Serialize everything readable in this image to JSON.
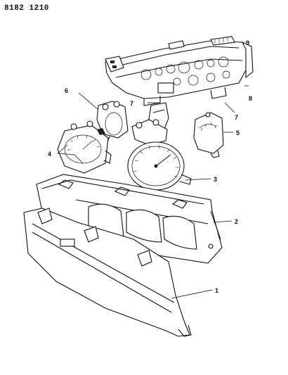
{
  "header": {
    "part_number": "8182 1210"
  },
  "callouts": [
    {
      "id": "1",
      "label": "1"
    },
    {
      "id": "2",
      "label": "2"
    },
    {
      "id": "3",
      "label": "3"
    },
    {
      "id": "4",
      "label": "4"
    },
    {
      "id": "5",
      "label": "5"
    },
    {
      "id": "6",
      "label": "6"
    },
    {
      "id": "7a",
      "label": "7"
    },
    {
      "id": "7b",
      "label": "7"
    },
    {
      "id": "8",
      "label": "8"
    },
    {
      "id": "9",
      "label": "9"
    }
  ]
}
